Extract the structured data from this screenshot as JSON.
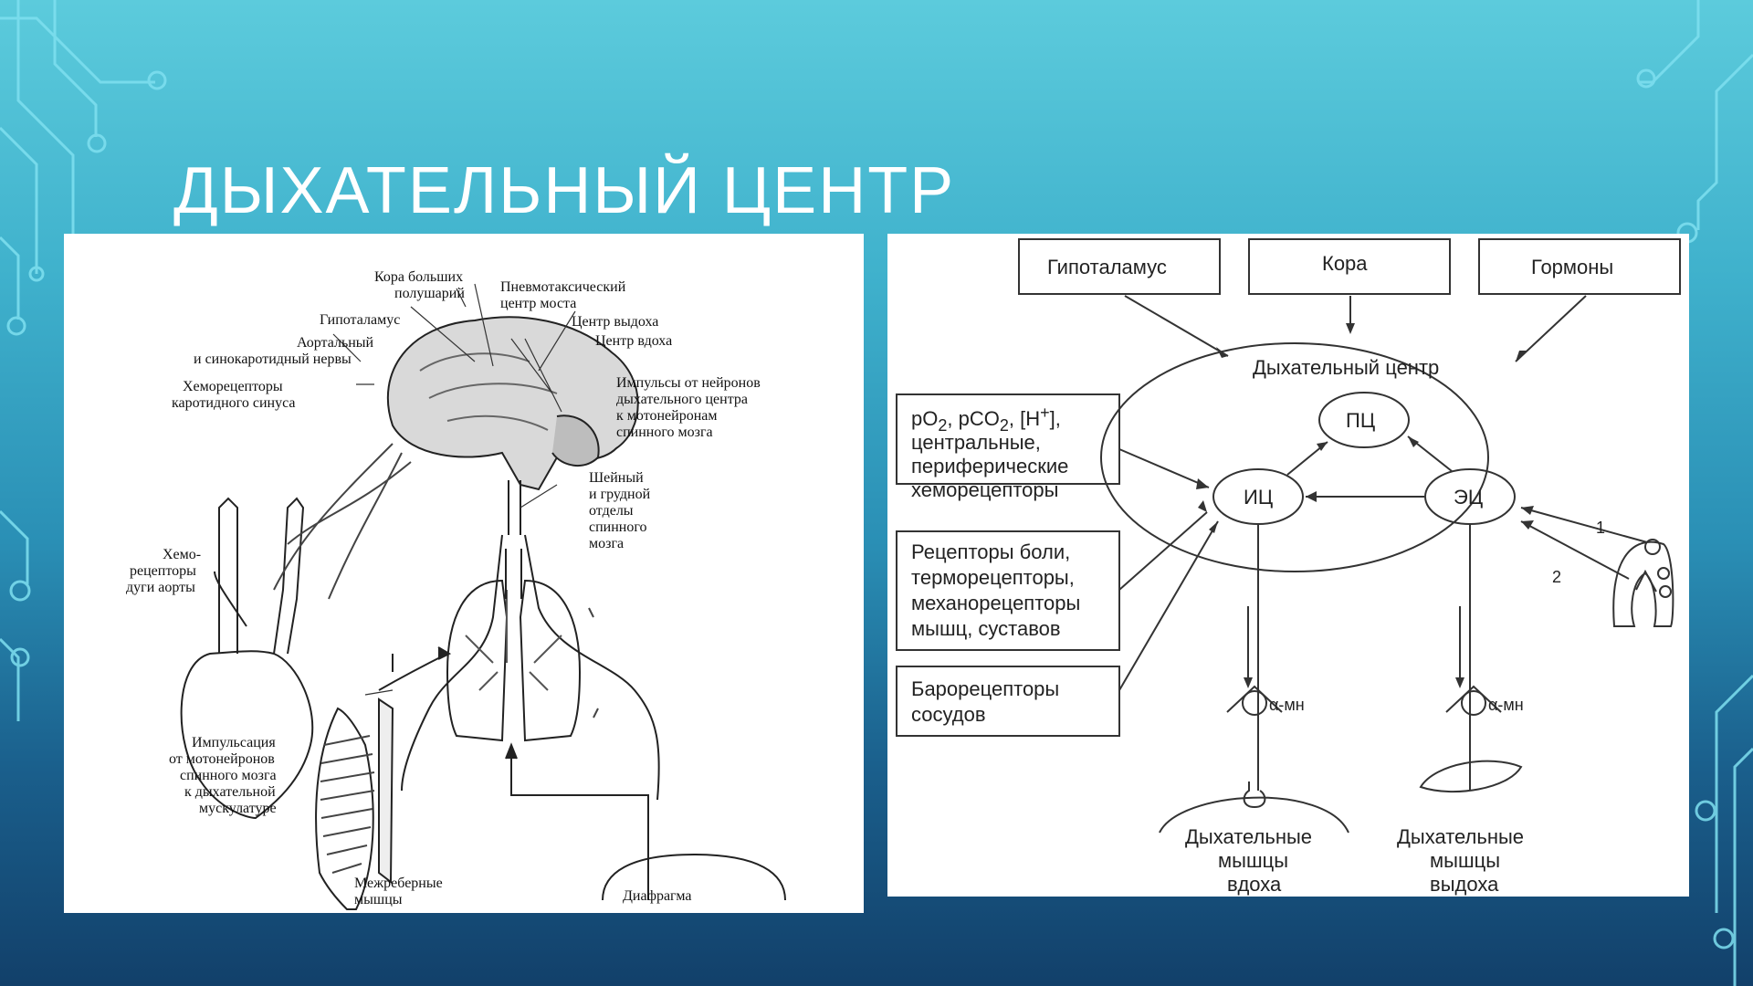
{
  "slide": {
    "title": "ДЫХАТЕЛЬНЫЙ ЦЕНТР"
  },
  "left_figure": {
    "labels": {
      "cortex_1": "Кора больших",
      "cortex_2": "полушарий",
      "pneumo_1": "Пневмотаксический",
      "pneumo_2": "центр моста",
      "hypothalamus": "Гипоталамус",
      "exhale_center": "Центр выдоха",
      "aortic_1": "Аортальный",
      "aortic_2": "и синокаротидный нервы",
      "inhale_center": "Центр вдоха",
      "chemo_carotid_1": "Хеморецепторы",
      "chemo_carotid_2": "каротидного синуса",
      "impulses_1": "Импульсы от нейронов",
      "impulses_2": "дыхательного центра",
      "impulses_3": "к мотонейронам",
      "impulses_4": "спинного мозга",
      "spinal_1": "Шейный",
      "spinal_2": "и грудной",
      "spinal_3": "отделы",
      "spinal_4": "спинного",
      "spinal_5": "мозга",
      "chemo_aorta_1": "Хемо-",
      "chemo_aorta_2": "рецепторы",
      "chemo_aorta_3": "дуги аорты",
      "impulsation_1": "Импульсация",
      "impulsation_2": "от мотонейронов",
      "impulsation_3": "спинного мозга",
      "impulsation_4": "к дыхательной",
      "impulsation_5": "мускулатуре",
      "intercostal_1": "Межреберные",
      "intercostal_2": "мышцы",
      "diaphragm": "Диафрагма"
    }
  },
  "right_figure": {
    "top_boxes": [
      "Гипоталамус",
      "Кора",
      "Гормоны"
    ],
    "center_title": "Дыхательный центр",
    "nodes": {
      "pc": "ПЦ",
      "ic": "ИЦ",
      "ec": "ЭЦ"
    },
    "left_boxes": {
      "chemo_1": "pO",
      "chemo_sub1": "2",
      "chemo_mid": ", pCO",
      "chemo_sub2": "2",
      "chemo_end": ", [H",
      "chemo_sup": "+",
      "chemo_close": "],",
      "chemo_2": "центральные,",
      "chemo_3": "периферические",
      "chemo_4": "хеморецепторы",
      "pain_1": "Рецепторы боли,",
      "pain_2": "терморецепторы,",
      "pain_3": "механорецепторы",
      "pain_4": "мышц, суставов",
      "baro_1": "Барорецепторы",
      "baro_2": "сосудов"
    },
    "motor_label": "α-мн",
    "numbers": [
      "1",
      "2"
    ],
    "muscles_inhale": [
      "Дыхательные",
      "мышцы",
      "вдоха"
    ],
    "muscles_exhale": [
      "Дыхательные",
      "мышцы",
      "выдоха"
    ]
  }
}
